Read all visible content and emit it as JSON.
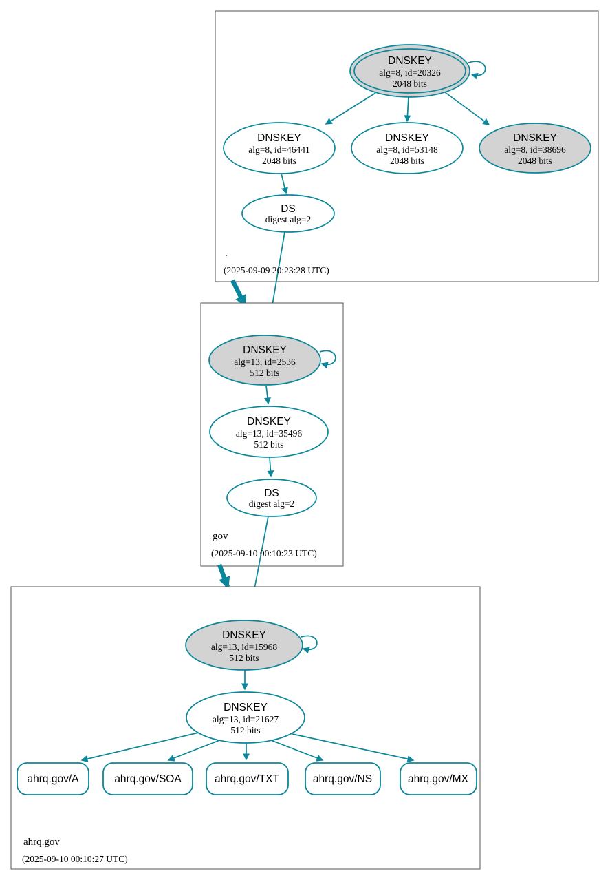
{
  "zones": {
    "root": {
      "name": ".",
      "timestamp": "(2025-09-09 20:23:28 UTC)",
      "nodes": {
        "ksk": {
          "title": "DNSKEY",
          "detail1": "alg=8, id=20326",
          "detail2": "2048 bits"
        },
        "zsk1": {
          "title": "DNSKEY",
          "detail1": "alg=8, id=46441",
          "detail2": "2048 bits"
        },
        "zsk2": {
          "title": "DNSKEY",
          "detail1": "alg=8, id=53148",
          "detail2": "2048 bits"
        },
        "zsk3": {
          "title": "DNSKEY",
          "detail1": "alg=8, id=38696",
          "detail2": "2048 bits"
        },
        "ds": {
          "title": "DS",
          "detail1": "digest alg=2"
        }
      }
    },
    "gov": {
      "name": "gov",
      "timestamp": "(2025-09-10 00:10:23 UTC)",
      "nodes": {
        "ksk": {
          "title": "DNSKEY",
          "detail1": "alg=13, id=2536",
          "detail2": "512 bits"
        },
        "zsk": {
          "title": "DNSKEY",
          "detail1": "alg=13, id=35496",
          "detail2": "512 bits"
        },
        "ds": {
          "title": "DS",
          "detail1": "digest alg=2"
        }
      }
    },
    "ahrq": {
      "name": "ahrq.gov",
      "timestamp": "(2025-09-10 00:10:27 UTC)",
      "nodes": {
        "ksk": {
          "title": "DNSKEY",
          "detail1": "alg=13, id=15968",
          "detail2": "512 bits"
        },
        "zsk": {
          "title": "DNSKEY",
          "detail1": "alg=13, id=21627",
          "detail2": "512 bits"
        }
      },
      "rrsets": [
        {
          "label": "ahrq.gov/A"
        },
        {
          "label": "ahrq.gov/SOA"
        },
        {
          "label": "ahrq.gov/TXT"
        },
        {
          "label": "ahrq.gov/NS"
        },
        {
          "label": "ahrq.gov/MX"
        }
      ]
    }
  },
  "colors": {
    "edge": "#0a879a",
    "ksk_fill": "#d3d3d3",
    "node_fill": "#ffffff",
    "zone_border": "#555555"
  }
}
